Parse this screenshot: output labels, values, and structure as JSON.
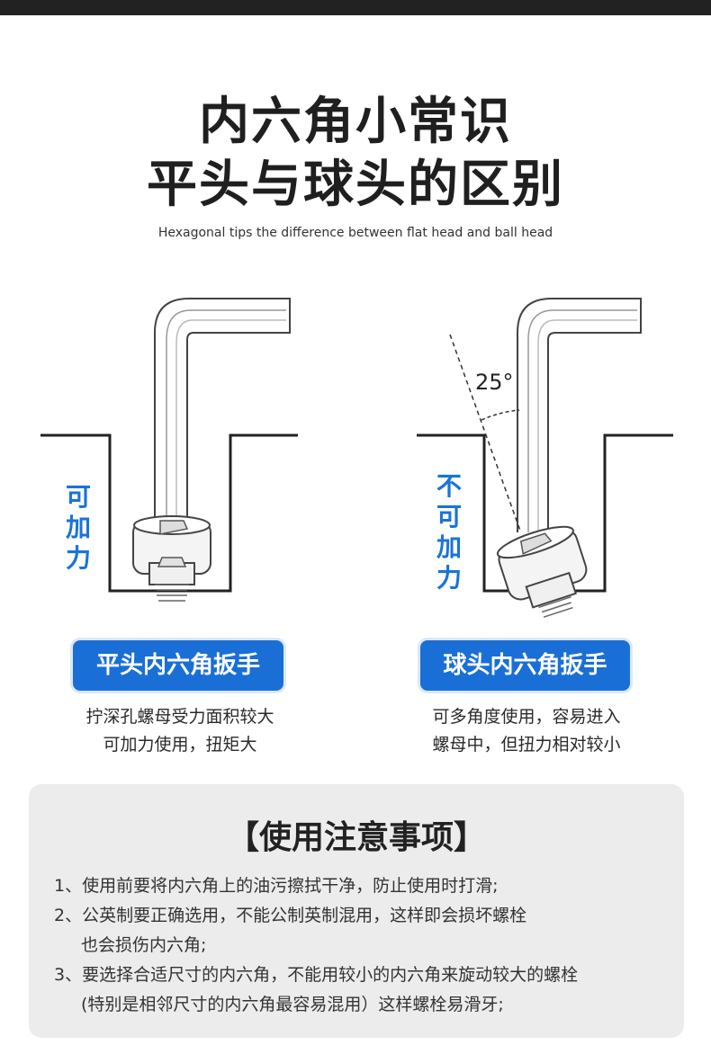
{
  "header": {
    "title_line1": "内六角小常识",
    "title_line2": "平头与球头的区别",
    "subtitle": "Hexagonal tips the difference between flat head and ball head"
  },
  "flat": {
    "side_label": [
      "可",
      "加",
      "力"
    ],
    "badge": "平头内六角扳手",
    "desc_line1": "拧深孔螺母受力面积较大",
    "desc_line2": "可加力使用，扭矩大"
  },
  "ball": {
    "side_label": [
      "不",
      "可",
      "加",
      "力"
    ],
    "angle": "25°",
    "badge": "球头内六角扳手",
    "desc_line1": "可多角度使用，容易进入",
    "desc_line2": "螺母中，但扭力相对较小"
  },
  "notes": {
    "title": "【使用注意事项】",
    "lines": [
      "1、使用前要将内六角上的油污擦拭干净，防止使用时打滑;",
      "2、公英制要正确选用，不能公制英制混用，这样即会损坏螺栓",
      "也会损伤内六角;",
      "3、要选择合适尺寸的内六角，不能用较小的内六角来旋动较大的螺栓",
      "(特别是相邻尺寸的内六角最容易混用）这样螺栓易滑牙;"
    ]
  },
  "colors": {
    "accent": "#1a6fd6",
    "side_text": "#1a73d9",
    "panel": "#ececec"
  }
}
